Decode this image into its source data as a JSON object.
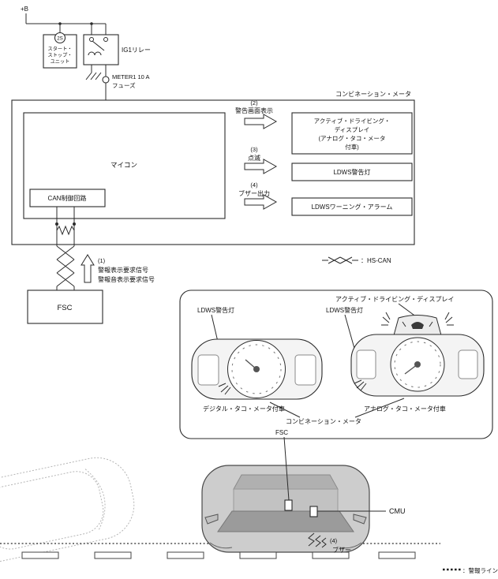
{
  "power": {
    "plus_b": "+B",
    "unit_tag": "2S",
    "unit_lines": [
      "スタート・",
      "ストップ・",
      "ユニット"
    ],
    "relay": "IG1リレー",
    "fuse_lines": [
      "METER1 10 A",
      "フューズ"
    ]
  },
  "meter": {
    "label": "コンビネーション・メータ",
    "micom": "マイコン",
    "can": "CAN制御回路"
  },
  "signals": {
    "s1": {
      "num": "(1)",
      "lines": [
        "警報表示要求信号",
        "警報音表示要求信号"
      ]
    },
    "s2": {
      "num": "(2)",
      "label": "警告画面表示"
    },
    "s3": {
      "num": "(3)",
      "label": "点滅"
    },
    "s4": {
      "num": "(4)",
      "label": "ブザー出力"
    }
  },
  "targets": {
    "display_lines": [
      "アクティブ・ドライビング・",
      "ディスプレイ",
      "(アナログ・タコ・メータ",
      "付車)"
    ],
    "lamp": "LDWS警告灯",
    "alarm": "LDWSワーニング・アラーム"
  },
  "hscan": "：HS-CAN",
  "fsc": "FSC",
  "panel": {
    "display": "アクティブ・ドライビング・ディスプレイ",
    "lamp_left": "LDWS警告灯",
    "lamp_right": "LDWS警告灯",
    "digital": "デジタル・タコ・メータ付車",
    "analog": "アナログ・タコ・メータ付車",
    "combi": "コンビネーション・メータ"
  },
  "vehicle": {
    "fsc": "FSC",
    "cmu": "CMU",
    "buzzer_num": "(4)",
    "buzzer": "ブザー"
  },
  "legend": {
    "warning": "：警報ライン"
  },
  "colors": {
    "line": "#2b2b2b",
    "car_fill": "#cdcdcd",
    "glass": "#9b9b9b"
  }
}
